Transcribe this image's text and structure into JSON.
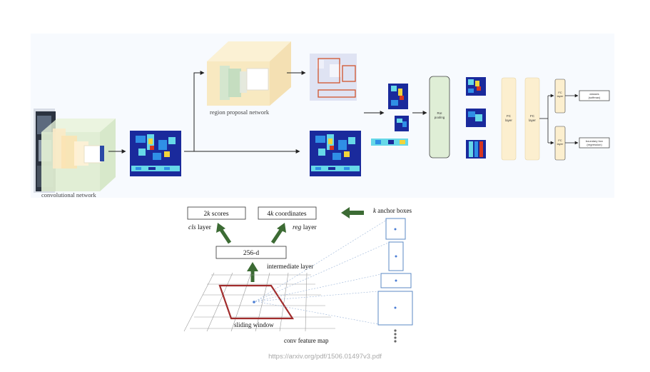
{
  "top": {
    "conv_label": "convolutional network",
    "rpn_label": "region proposal network",
    "roi_label_1": "RoI",
    "roi_label_2": "pooling",
    "fc_label_1": "FC",
    "fc_label_2": "layer",
    "fc_small_1": "FC",
    "fc_small_2": "layer",
    "classes_1": "classes",
    "classes_2": "(softmax)",
    "bbox_1": "boundary box",
    "bbox_2": "(regression)"
  },
  "rpn": {
    "scores_num": "2",
    "scores_k": "k",
    "scores_word": " scores",
    "coords_num": "4",
    "coords_k": "k",
    "coords_word": " coordinates",
    "cls_italic": "cls",
    "cls_word": " layer",
    "reg_italic": "reg",
    "reg_word": " layer",
    "intermediate_value": "256-d",
    "intermediate_label": "intermediate layer",
    "anchor_k": "k",
    "anchor_word": " anchor boxes",
    "sliding_window": "sliding window",
    "feature_map": "conv feature map"
  },
  "colors": {
    "panel_bg": "#f7fafe",
    "arrow_green": "#3c6b34",
    "window_red": "#a12c2c",
    "anchor_blue": "#5b8ac4",
    "heat_dark": "#1a2a9c",
    "heat_mid": "#2f8fe6",
    "heat_cyan": "#66d8e8",
    "heat_yellow": "#f2d43a",
    "heat_red": "#d7361f",
    "box_cream": "#fcefcf",
    "roi_green": "#dfeed6"
  },
  "icons": [
    "right-arrow-icon",
    "up-arrow-icon",
    "left-arrow-icon"
  ],
  "footer": {
    "url": "https://arxiv.org/pdf/1506.01497v3.pdf"
  }
}
